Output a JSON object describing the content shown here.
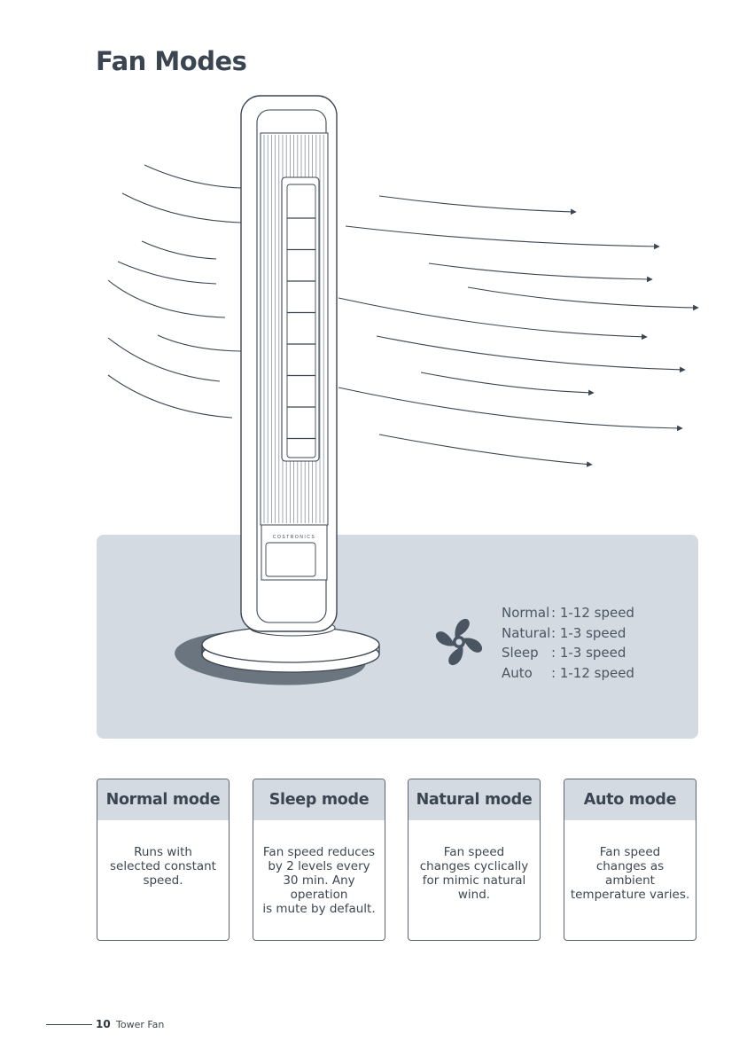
{
  "page_title": "Fan Modes",
  "product_logo": "COSTRONICS",
  "speed_list": [
    {
      "name": "Normal",
      "value": ": 1-12 speed"
    },
    {
      "name": "Natural",
      "value": ": 1-3 speed"
    },
    {
      "name": "Sleep",
      "value": ": 1-3 speed"
    },
    {
      "name": "Auto",
      "value": ": 1-12 speed"
    }
  ],
  "modes": [
    {
      "title": "Normal mode",
      "lines": [
        "Runs with",
        "selected constant",
        "speed."
      ]
    },
    {
      "title": "Sleep mode",
      "lines": [
        "Fan speed reduces",
        "by 2 levels every",
        "30 min. Any operation",
        "is mute by default."
      ]
    },
    {
      "title": "Natural mode",
      "lines": [
        "Fan speed",
        "changes cyclically",
        "for mimic natural",
        "wind."
      ]
    },
    {
      "title": "Auto mode",
      "lines": [
        "Fan speed",
        "changes as",
        "ambient",
        "temperature varies."
      ]
    }
  ],
  "footer": {
    "page_number": "10",
    "label": "Tower Fan"
  },
  "colors": {
    "panel": "#d3dae1",
    "text": "#3b4551",
    "line": "#3b4551",
    "icon": "#4a5562"
  },
  "icons": {
    "mode_icon": "fan-icon"
  }
}
